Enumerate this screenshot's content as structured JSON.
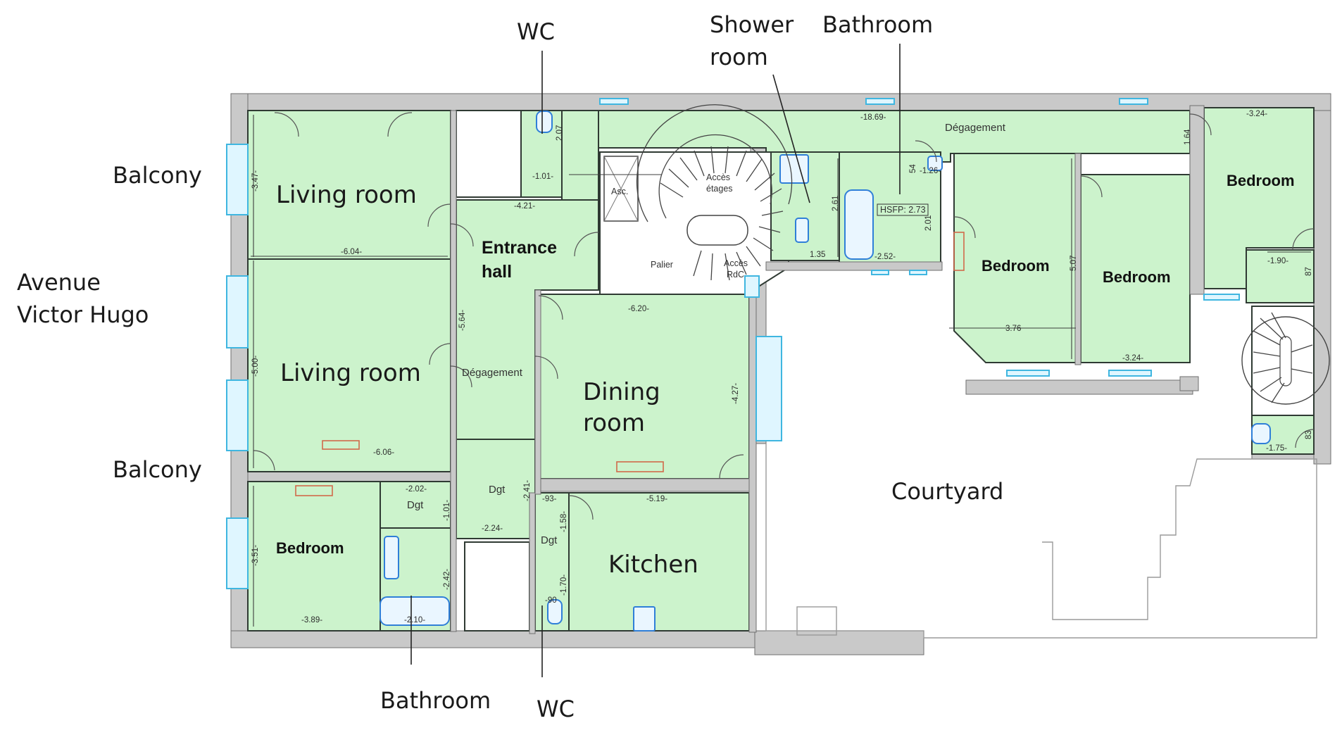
{
  "plan": {
    "street": [
      "Avenue",
      "Victor Hugo"
    ],
    "balcony_labels": [
      "Balcony",
      "Balcony"
    ],
    "courtyard": "Courtyard",
    "rooms": {
      "living_room_1": "Living room",
      "living_room_2": "Living room",
      "entrance_hall": [
        "Entrance",
        "hall"
      ],
      "degagement_left": "Dégagement",
      "degagement_top": "Dégagement",
      "dining_room": [
        "Dining",
        "room"
      ],
      "kitchen": "Kitchen",
      "bedroom_bottom_left": "Bedroom",
      "bedroom_right_1": "Bedroom",
      "bedroom_right_2": "Bedroom",
      "bedroom_top_right": "Bedroom",
      "dgt_1": "Dgt",
      "dgt_2": "Dgt",
      "dgt_3": "Dgt",
      "palier": "Palier",
      "asc": "Asc.",
      "acces_etages": [
        "Accès",
        "étages"
      ],
      "acces_rdc": [
        "Accès",
        "RdC"
      ],
      "hsfp": "HSFP: 2.73"
    },
    "callouts": {
      "wc_top": "WC",
      "shower_room": [
        "Shower",
        "room"
      ],
      "bathroom_top": "Bathroom",
      "bathroom_bottom": "Bathroom",
      "wc_bottom": "WC"
    },
    "dimensions": {
      "d_347": "-3.47-",
      "d_604": "-6.04-",
      "d_500": "-5.00-",
      "d_606": "-6.06-",
      "d_351": "-3.51-",
      "d_389": "-3.89-",
      "d_202": "-2.02-",
      "d_101": "-1.01-",
      "d_242": "-2.42-",
      "d_210": "-2.10-",
      "d_207": "2.07",
      "d_101b": "-1.01-",
      "d_421": "-4.21-",
      "d_564": "-5.64-",
      "d_241": "-2.41-",
      "d_224": "-2.24-",
      "d_93": "-93-",
      "d_158": "-1.58-",
      "d_170": "-1.70-",
      "d_90": "-90",
      "d_620": "-6.20-",
      "d_427": "-4.27-",
      "d_519": "-5.19-",
      "d_1869": "-18.69-",
      "d_261": "2.61",
      "d_135": "1.35",
      "d_54": "54",
      "d_126": "-1.26-",
      "d_201": "2.01",
      "d_252": "-2.52-",
      "d_507": "5.07",
      "d_376": "3.76",
      "d_324a": "-3.24-",
      "d_164": "1.64",
      "d_324b": "-3.24-",
      "d_190": "-1.90-",
      "d_87": "87",
      "d_83": "83",
      "d_175": "-1.75-"
    }
  },
  "colors": {
    "room_fill": "#ccf3cc",
    "wall": "#c9c9c9",
    "window": "#3fb6e0",
    "fixture": "#2f7fd8",
    "radiator": "#d06a4a"
  }
}
